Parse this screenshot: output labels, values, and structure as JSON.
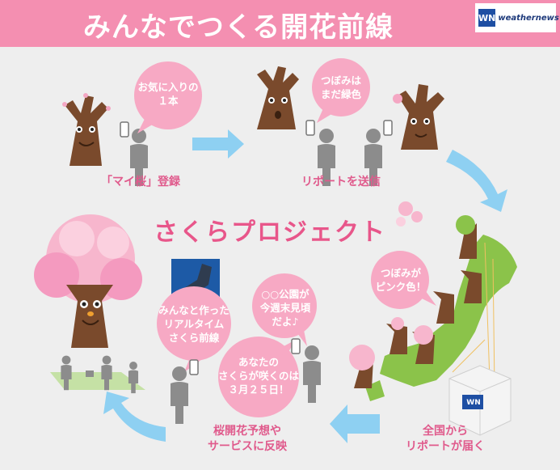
{
  "header": {
    "title": "みんなでつくる開花前線",
    "logo_mark": "WN",
    "logo_text": "weathernews"
  },
  "project_title": "さくらプロジェクト",
  "bubbles": {
    "favorite": [
      "お気に入りの",
      "１本"
    ],
    "green": [
      "つぼみは",
      "まだ緑色"
    ],
    "pink": [
      "つぼみが",
      "ピンク色！"
    ],
    "park": [
      "○○公園が",
      "今週末見頃",
      "だよ♪"
    ],
    "forecast": [
      "あなたの",
      "さくらが咲くのは",
      "３月２５日！"
    ],
    "front": [
      "みんなと作った",
      "リアルタイム",
      "さくら前線"
    ]
  },
  "steps": {
    "register": "「マイ桜」登録",
    "report": "リポートを送信",
    "collect": [
      "全国から",
      "リポートが届く"
    ],
    "apply": [
      "桜開花予想や",
      "サービスに反映"
    ]
  },
  "server_label": "WN",
  "colors": {
    "header_pink": "#f48fb1",
    "bubble_pink": "#f7a9c4",
    "label_pink": "#e05a8c",
    "arrow_blue": "#8ed0f2",
    "trunk_brown": "#7a4a2c",
    "person_gray": "#8c8c8c"
  }
}
